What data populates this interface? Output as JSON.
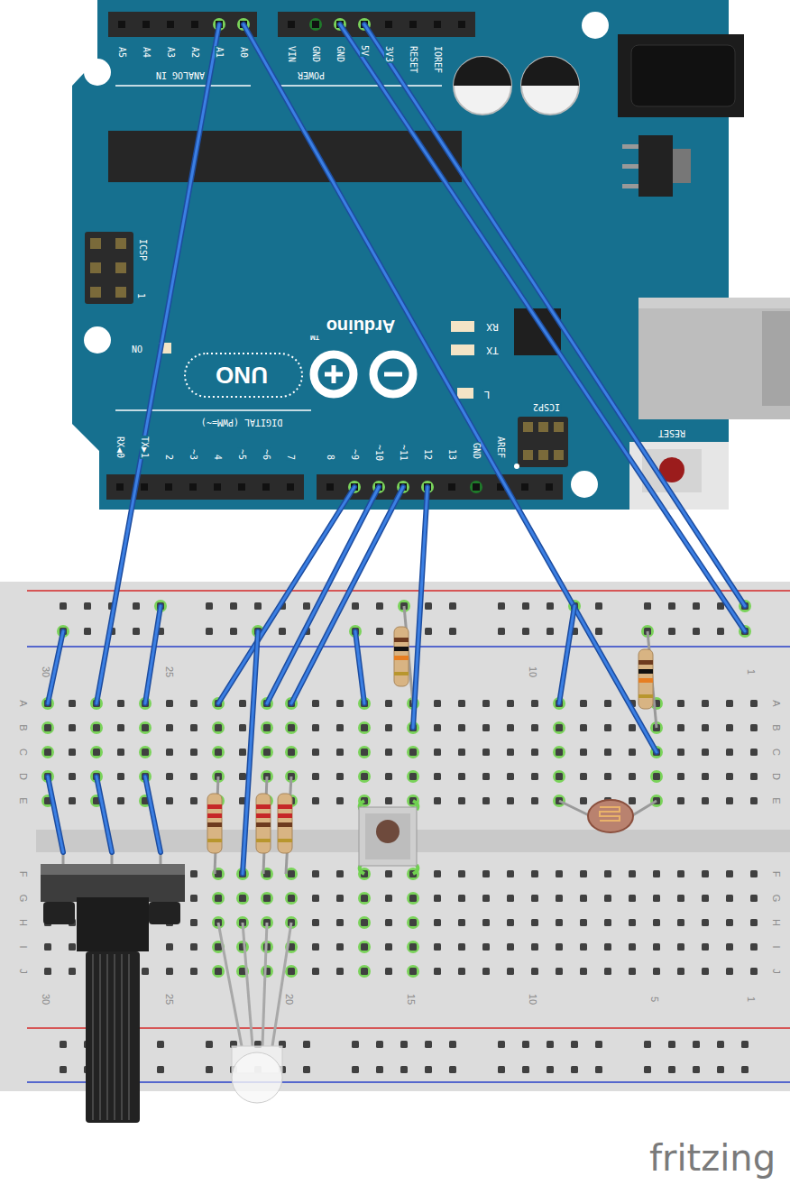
{
  "diagram": {
    "labels": [
      "A5",
      "A4",
      "A3",
      "A2",
      "A1",
      "A0",
      "ANALOG IN",
      "VIN",
      "GND",
      "GND",
      "5V",
      "3V3",
      "RESET",
      "IOREF",
      "POWER",
      "ICSP",
      "1",
      "ON",
      "TM",
      "Arduino",
      "UNO",
      "RX",
      "TX",
      "L",
      "ICSP2",
      "RESET",
      "AREF",
      "GND",
      "13",
      "12",
      "~11",
      "~10",
      "~9",
      "8",
      "7",
      "~6",
      "~5",
      "4",
      "~3",
      "2",
      "TX▶1",
      "RX◀0",
      "DIGITAL (PWM=~)",
      "30",
      "25",
      "10",
      "1",
      "A",
      "B",
      "C",
      "D",
      "E",
      "A",
      "B",
      "C",
      "D",
      "E",
      "F",
      "G",
      "H",
      "I",
      "J",
      "F",
      "G",
      "H",
      "I",
      "J",
      "30",
      "25",
      "20",
      "15",
      "10",
      "5",
      "1",
      "fritzing"
    ]
  }
}
